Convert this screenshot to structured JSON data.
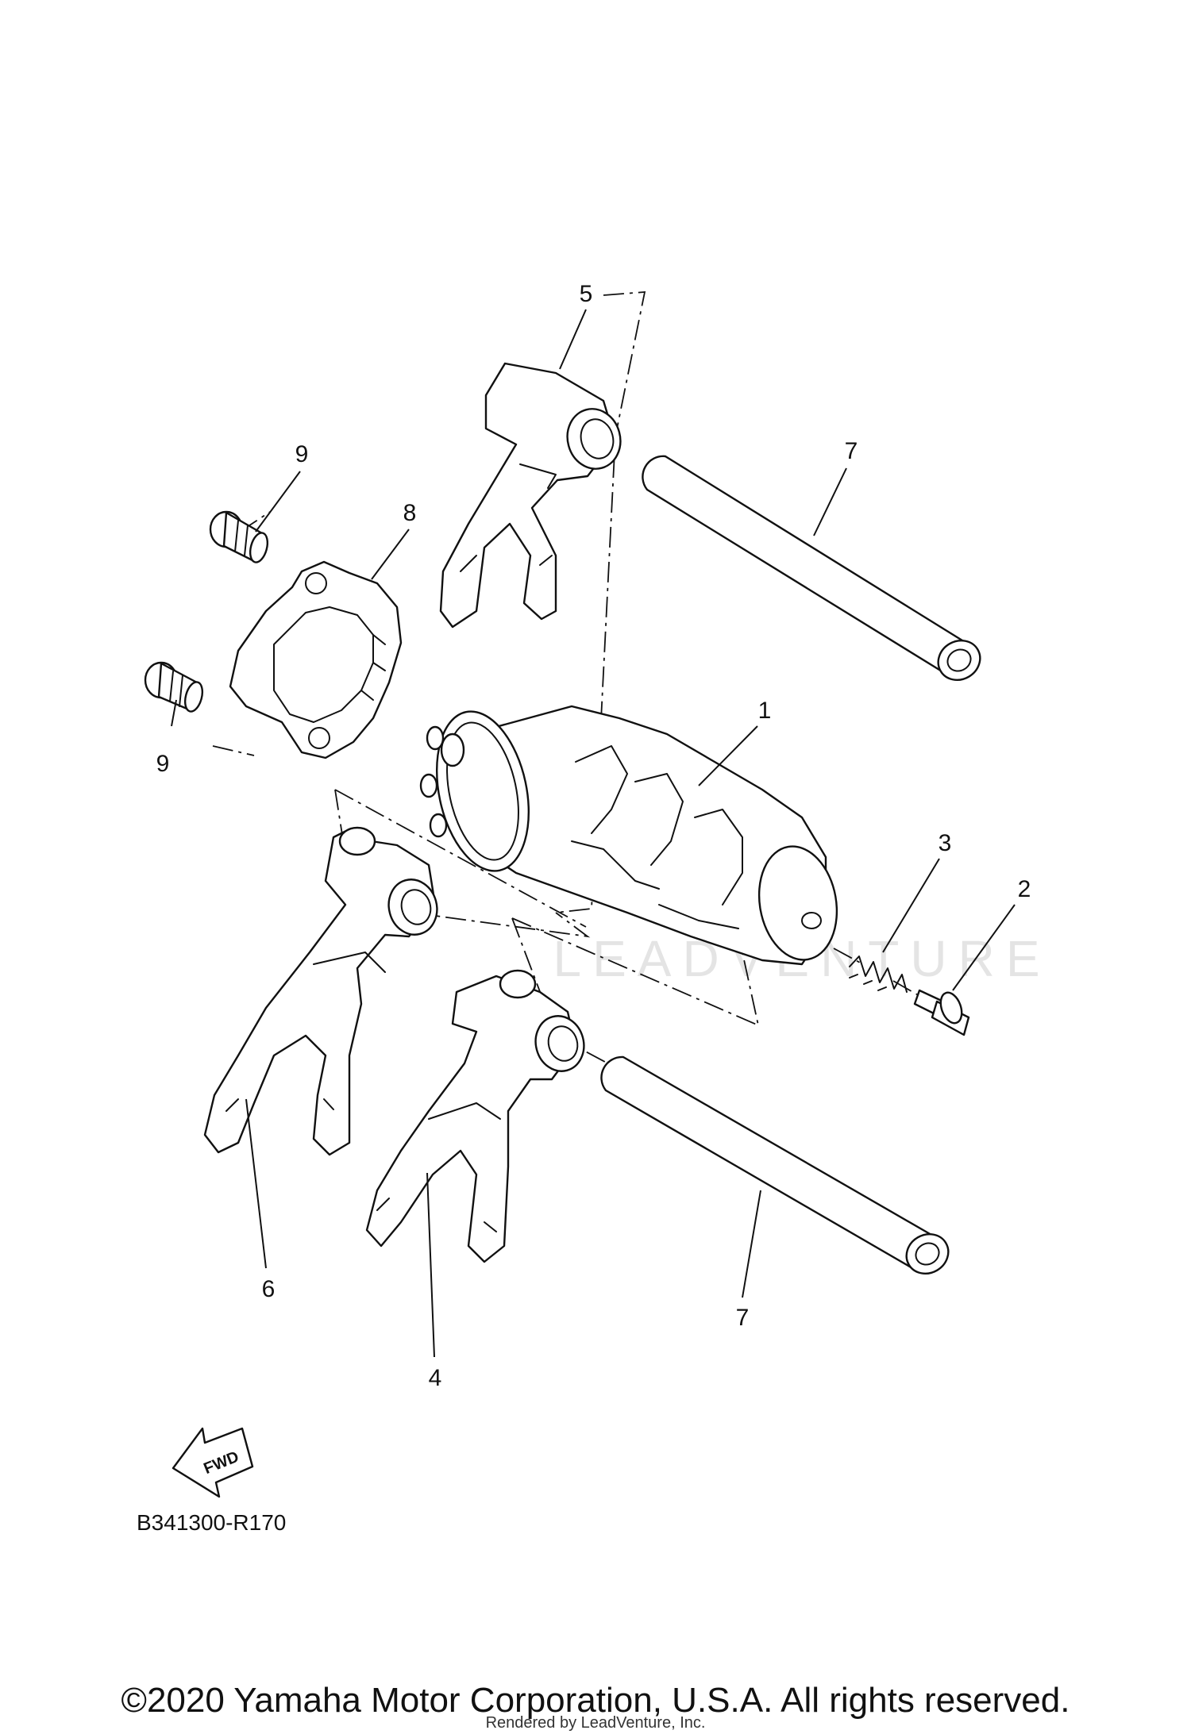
{
  "diagram": {
    "callouts": {
      "c1": "1",
      "c2": "2",
      "c3": "3",
      "c4": "4",
      "c5": "5",
      "c6": "6",
      "c7a": "7",
      "c7b": "7",
      "c8": "8",
      "c9a": "9",
      "c9b": "9"
    },
    "fwd_label": "FWD",
    "reference_code": "B341300-R170",
    "watermark": "LEADVENTURE"
  },
  "footer": {
    "copyright": "©2020 Yamaha Motor Corporation, U.S.A. All rights reserved.",
    "rendered_by": "Rendered by LeadVenture, Inc."
  }
}
